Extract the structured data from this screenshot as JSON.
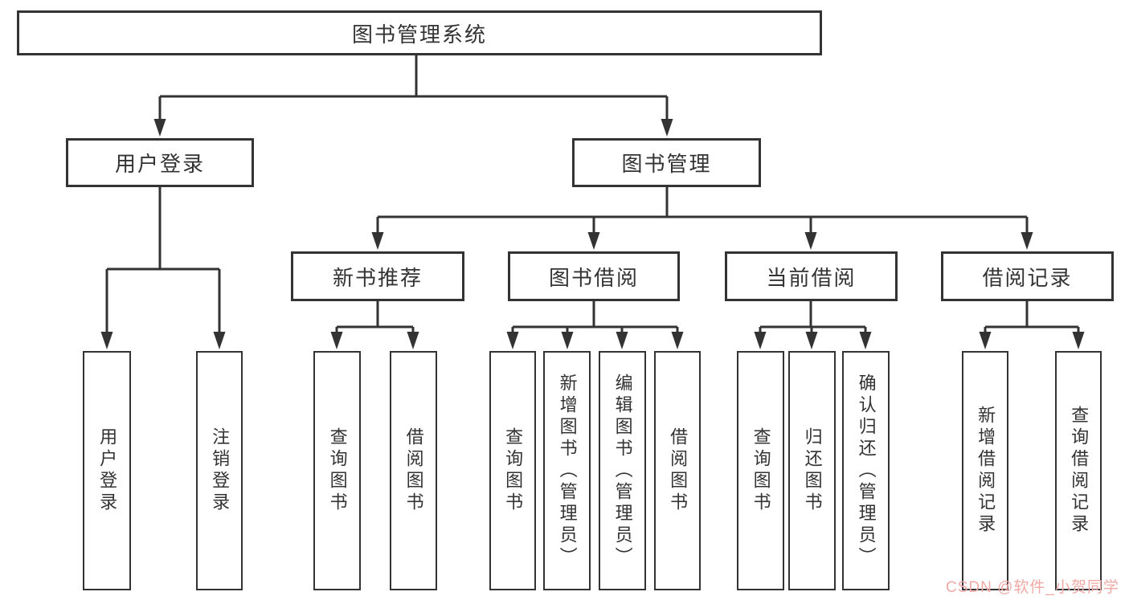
{
  "colors": {
    "line": "#333333",
    "box_border": "#333333",
    "text": "#333333",
    "watermark": "#f0a9a4",
    "background": "#ffffff"
  },
  "watermark": {
    "text": "CSDN @软件_小贺同学"
  },
  "tree": {
    "root": {
      "label": "图书管理系统"
    },
    "branches": [
      {
        "label": "用户登录",
        "leaves": [
          {
            "label": "用户登录"
          },
          {
            "label": "注销登录"
          }
        ]
      },
      {
        "label": "图书管理",
        "groups": [
          {
            "label": "新书推荐",
            "leaves": [
              {
                "label": "查询图书"
              },
              {
                "label": "借阅图书"
              }
            ]
          },
          {
            "label": "图书借阅",
            "leaves": [
              {
                "label": "查询图书"
              },
              {
                "label": "新增图书（管理员）"
              },
              {
                "label": "编辑图书（管理员）"
              },
              {
                "label": "借阅图书"
              }
            ]
          },
          {
            "label": "当前借阅",
            "leaves": [
              {
                "label": "查询图书"
              },
              {
                "label": "归还图书"
              },
              {
                "label": "确认归还（管理员）"
              }
            ]
          },
          {
            "label": "借阅记录",
            "leaves": [
              {
                "label": "新增借阅记录"
              },
              {
                "label": "查询借阅记录"
              }
            ]
          }
        ]
      }
    ]
  }
}
